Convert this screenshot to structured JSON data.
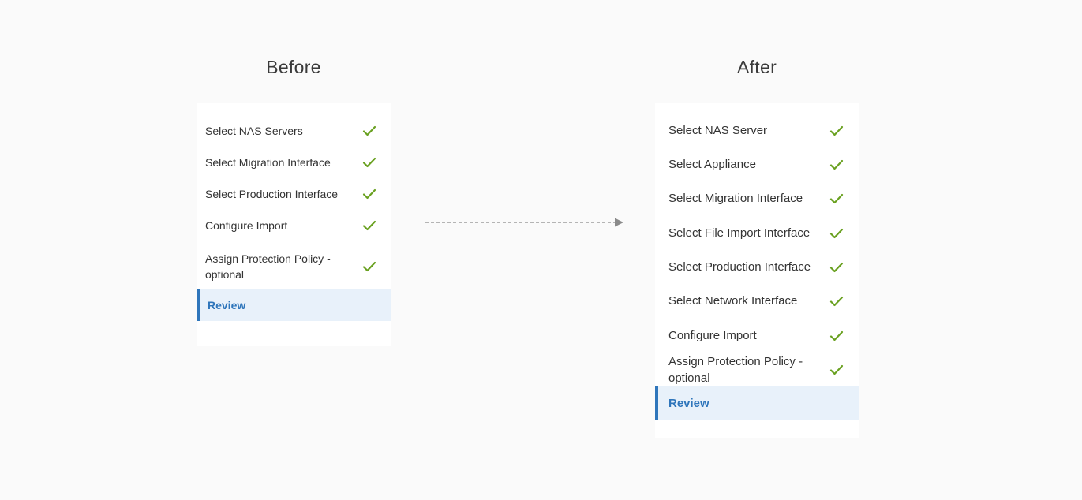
{
  "before": {
    "heading": "Before",
    "steps": [
      {
        "label": "Select NAS Servers",
        "done": true
      },
      {
        "label": "Select Migration Interface",
        "done": true
      },
      {
        "label": "Select Production Interface",
        "done": true
      },
      {
        "label": "Configure Import",
        "done": true
      },
      {
        "label": "Assign Protection Policy - optional",
        "done": true
      },
      {
        "label": "Review",
        "done": false,
        "active": true
      }
    ]
  },
  "after": {
    "heading": "After",
    "steps": [
      {
        "label": "Select NAS Server",
        "done": true
      },
      {
        "label": "Select Appliance",
        "done": true
      },
      {
        "label": "Select Migration Interface",
        "done": true
      },
      {
        "label": "Select File Import Interface",
        "done": true
      },
      {
        "label": "Select Production Interface",
        "done": true
      },
      {
        "label": "Select Network Interface",
        "done": true
      },
      {
        "label": "Configure Import",
        "done": true
      },
      {
        "label": "Assign Protection Policy - optional",
        "done": true
      },
      {
        "label": "Review",
        "done": false,
        "active": true
      }
    ]
  },
  "colors": {
    "check": "#6aa121",
    "active_text": "#2f76bb",
    "active_bg": "#e8f1fa",
    "arrow": "#8a8a8a"
  },
  "icons": {
    "done": "checkmark-icon",
    "transition": "arrow-right-icon"
  }
}
